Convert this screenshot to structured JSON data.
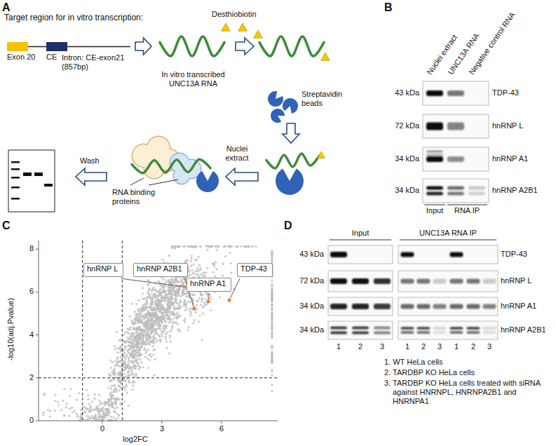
{
  "diagram": {
    "nodes": [
      {
        "text": [
          "Intron: CE-exon21 (857bp)"
        ]
      },
      {
        "text": [
          "Exon 20"
        ],
        "in": 0
      },
      {
        "text": [
          "CE"
        ],
        "in": 0
      },
      {
        "text": [
          "In vitro transcribed UNC13A RNA"
        ]
      },
      {
        "text": [
          "RNA binding proteins"
        ]
      },
      {
        "text": [
          "hnRNP L"
        ]
      },
      {
        "text": [
          "hnRNP A2B1"
        ]
      },
      {
        "text": [
          "hnRNP A1"
        ]
      },
      {
        "text": [
          "TDP-43"
        ]
      }
    ],
    "edges": [
      {
        "from": 0,
        "to": 3,
        "arrow": "to"
      }
    ],
    "labels": [
      "A",
      "Target region for in vitro transcription:",
      "Desthiobiotin",
      "Streptavidin beads",
      "Nuclei extract",
      "Wash",
      "B",
      "Nuclei extract",
      "UNC13A RNA",
      "Negative control RNA",
      "43 kDa",
      "TDP-43",
      "72 kDa",
      "hnRNP L",
      "34 kDa",
      "hnRNP A1",
      "34 kDa",
      "hnRNP A2B1",
      "Input",
      "RNA IP",
      "C",
      "-log10(adj.Pvalue)",
      "8",
      "6",
      "4",
      "2",
      "0",
      "0",
      "3",
      "6",
      "log2FC",
      "D",
      "Input",
      "UNC13A RNA IP",
      "43 kDa",
      "TDP-43",
      "72 kDa",
      "hnRNP L",
      "34 kDa",
      "hnRNP A1",
      "34 kDa",
      "hnRNP A2B1",
      "1",
      "2",
      "3",
      "1",
      "2",
      "3",
      "1",
      "2",
      "3",
      "1. WT HeLa cells",
      "2. TARDBP KO HeLa cells",
      "3. TARDBP KO HeLa cells treated with siRNA against HNRNPL, HNRNPA2B1 and HNRNPA1"
    ]
  }
}
